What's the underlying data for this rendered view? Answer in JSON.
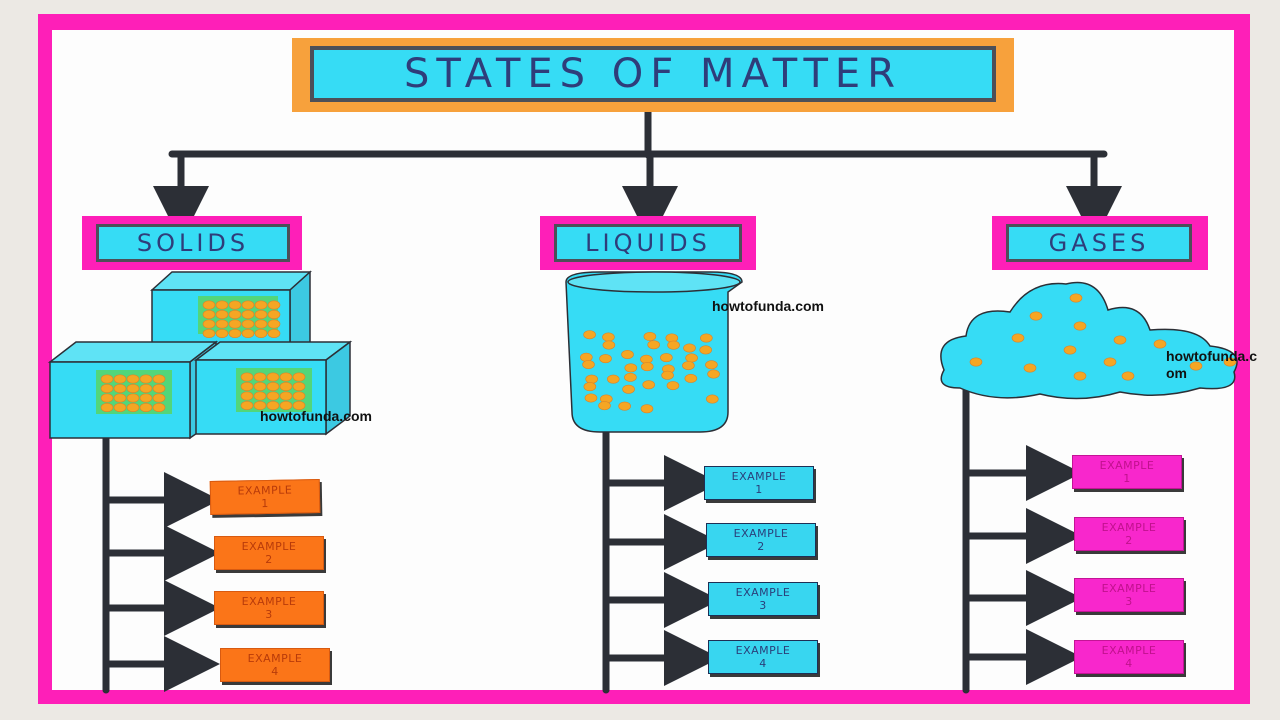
{
  "title": "STATES OF MATTER",
  "categories": [
    {
      "id": "solids",
      "label": "SOLIDS",
      "examples": [
        {
          "text": "EXAMPLE\n1"
        },
        {
          "text": "EXAMPLE\n2"
        },
        {
          "text": "EXAMPLE\n3"
        },
        {
          "text": "EXAMPLE\n4"
        }
      ]
    },
    {
      "id": "liquids",
      "label": "LIQUIDS",
      "examples": [
        {
          "text": "EXAMPLE\n1"
        },
        {
          "text": "EXAMPLE\n2"
        },
        {
          "text": "EXAMPLE\n3"
        },
        {
          "text": "EXAMPLE\n4"
        }
      ]
    },
    {
      "id": "gases",
      "label": "GASES",
      "examples": [
        {
          "text": "EXAMPLE\n1"
        },
        {
          "text": "EXAMPLE\n2"
        },
        {
          "text": "EXAMPLE\n3"
        },
        {
          "text": "EXAMPLE\n4"
        }
      ]
    }
  ],
  "watermarks": {
    "solids": "howtofunda.com",
    "liquids": "howtofunda.com",
    "gases_line1": "howtofunda.c",
    "gases_line2": "om"
  },
  "colors": {
    "board": "#fe1fb8",
    "cyan": "#36dcf5",
    "orange": "#fb7518",
    "pink": "#f827cc",
    "stick": "#2c2f36",
    "particle": "#f5a623"
  }
}
